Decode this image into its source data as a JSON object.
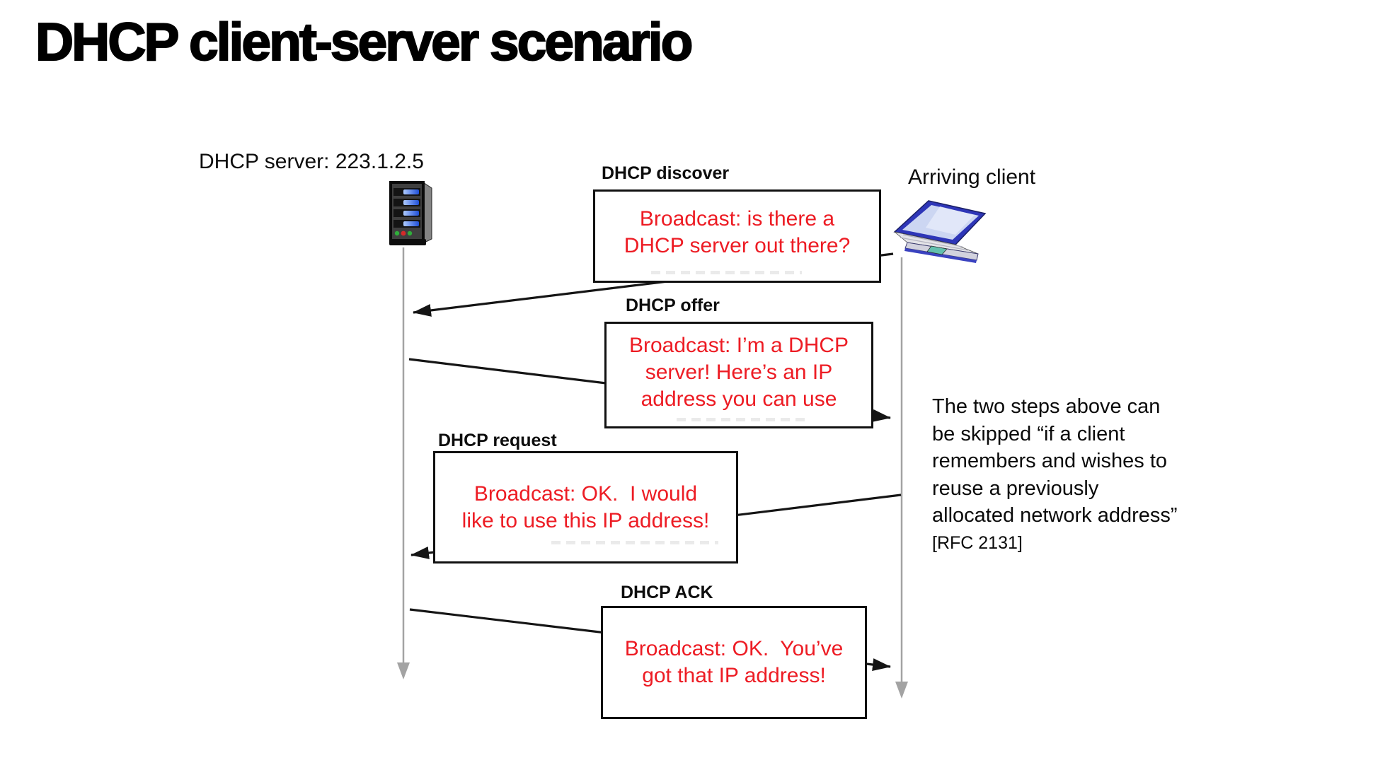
{
  "title": "DHCP client-server scenario",
  "server": {
    "label": "DHCP server: 223.1.2.5",
    "icon": "server-tower-icon"
  },
  "client": {
    "label": "Arriving client",
    "icon": "laptop-icon"
  },
  "messages": [
    {
      "step": "DHCP discover",
      "from": "client",
      "to": "server",
      "lines": [
        "Broadcast: is there a",
        "DHCP server out there?"
      ]
    },
    {
      "step": "DHCP offer",
      "from": "server",
      "to": "client",
      "lines": [
        "Broadcast: I’m a DHCP",
        "server! Here’s an IP",
        "address you can use"
      ]
    },
    {
      "step": "DHCP request",
      "from": "client",
      "to": "server",
      "lines": [
        "Broadcast: OK.  I would",
        "like to use this IP address!"
      ]
    },
    {
      "step": "DHCP ACK",
      "from": "server",
      "to": "client",
      "lines": [
        "Broadcast: OK.  You’ve",
        "got that IP address!"
      ]
    }
  ],
  "note": {
    "lines": [
      "The two steps above can",
      "be skipped “if a client",
      "remembers and wishes to",
      "reuse a previously",
      "allocated network address”",
      "[RFC 2131]"
    ]
  },
  "colors": {
    "message_text": "#ed1c24",
    "arrow": "#151515",
    "timeline": "#a3a3a3",
    "title_text": "#000000"
  }
}
